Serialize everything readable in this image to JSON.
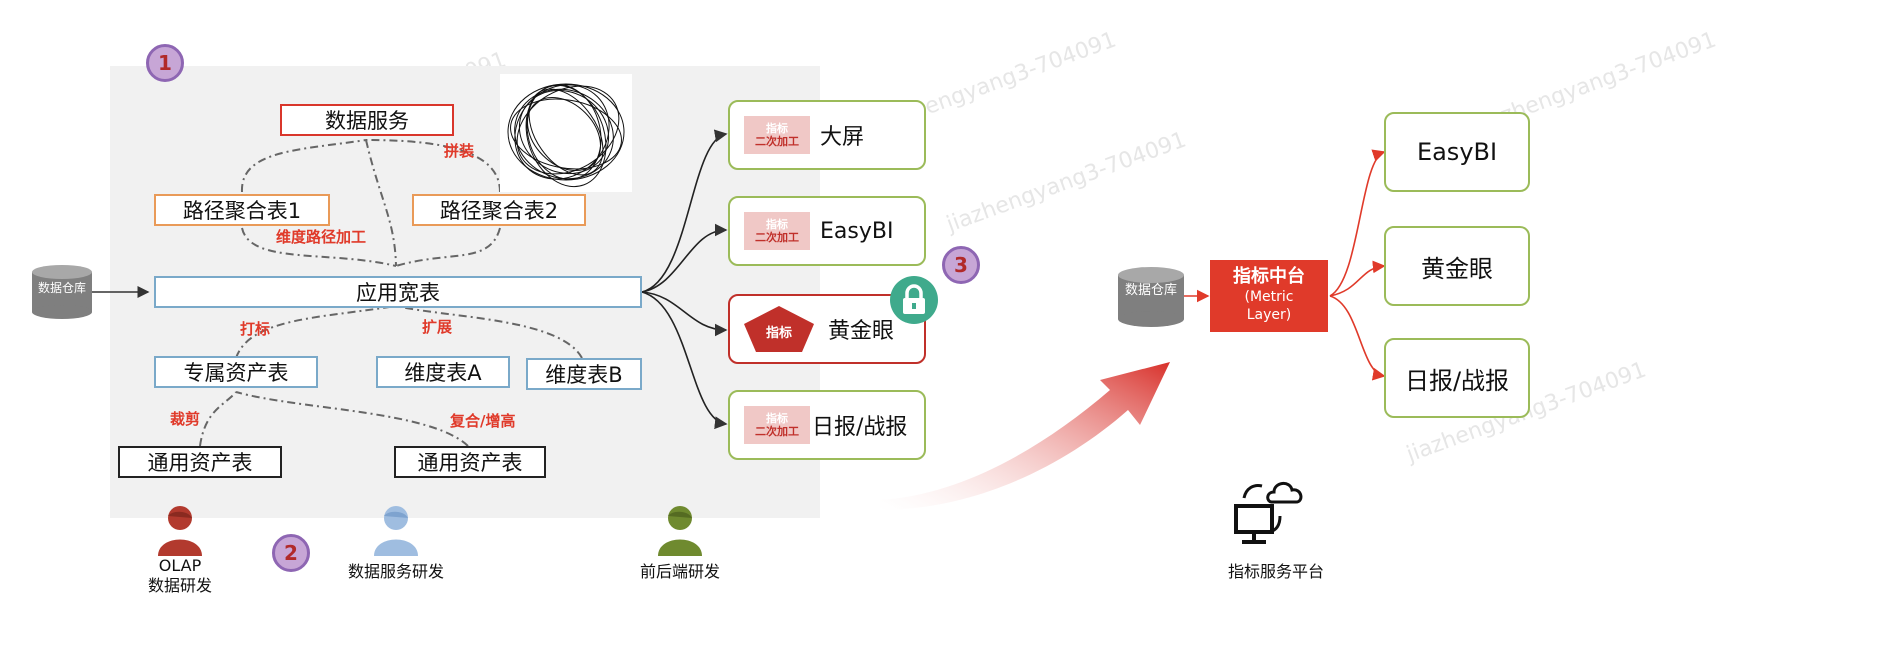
{
  "left": {
    "markers": {
      "one": "1",
      "two": "2",
      "three": "3"
    },
    "data_service": "数据服务",
    "assemble_label": "拼装",
    "path_agg_1": "路径聚合表1",
    "path_agg_2": "路径聚合表2",
    "dim_path_label": "维度路径加工",
    "app_wide_table": "应用宽表",
    "tag_label": "打标",
    "extend_label": "扩展",
    "exclusive_asset": "专属资产表",
    "dim_a": "维度表A",
    "dim_b": "维度表B",
    "cut_label": "裁剪",
    "combine_label": "复合/增高",
    "general_asset_1": "通用资产表",
    "general_asset_2": "通用资产表",
    "warehouse": "数据仓库",
    "roles": {
      "olap": "OLAP",
      "olap_sub": "数据研发",
      "data_service_dev": "数据服务研发",
      "frontend_dev": "前后端研发"
    },
    "targets": [
      {
        "tag_top": "指标",
        "tag_bottom": "二次加工",
        "label": "大屏"
      },
      {
        "tag_top": "指标",
        "tag_bottom": "二次加工",
        "label": "EasyBI"
      },
      {
        "tag_top": "指标",
        "tag_bottom": "",
        "label": "黄金眼"
      },
      {
        "tag_top": "指标",
        "tag_bottom": "二次加工",
        "label": "日报/战报"
      }
    ]
  },
  "right": {
    "warehouse": "数据仓库",
    "metric_center": "指标中台",
    "metric_sub1": "(Metric",
    "metric_sub2": "Layer)",
    "targets": [
      "EasyBI",
      "黄金眼",
      "日报/战报"
    ],
    "platform_label": "指标服务平台"
  },
  "watermark": "jiazhengyang3-704091",
  "colors": {
    "accent_red": "#e03a2a",
    "green_border": "#9bbb59",
    "blue_border": "#7aa9c9"
  }
}
